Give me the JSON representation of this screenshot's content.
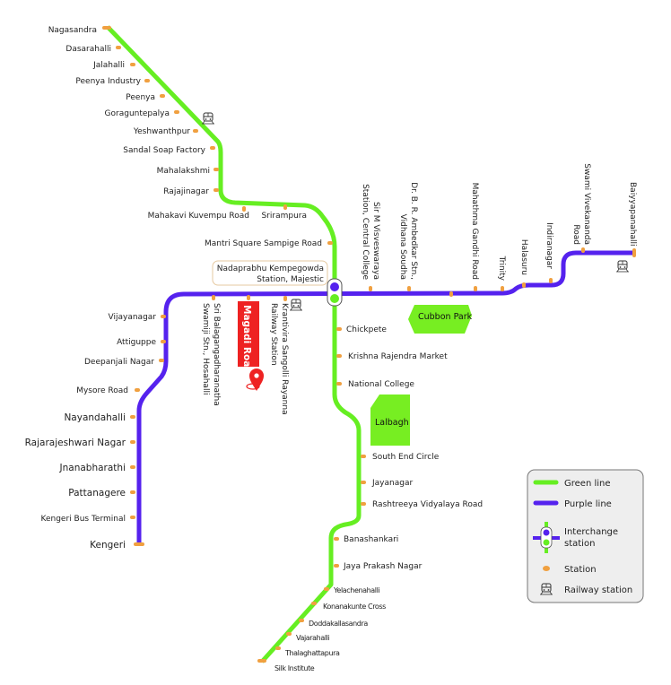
{
  "colors": {
    "green_line": "#66ee22",
    "purple_line": "#5522ee",
    "station": "#f0a040",
    "park": "#77ee22",
    "highlight": "#ee2222",
    "legend_bg": "#eeeeee"
  },
  "green_line": {
    "stations": [
      "Nagasandra",
      "Dasarahalli",
      "Jalahalli",
      "Peenya Industry",
      "Peenya",
      "Goraguntepalya",
      "Yeshwanthpur",
      "Sandal Soap Factory",
      "Mahalakshmi",
      "Rajajinagar",
      "Mahakavi Kuvempu Road",
      "Srirampura",
      "Mantri Square Sampige Road",
      "Chickpete",
      "Krishna Rajendra Market",
      "National College",
      "South End Circle",
      "Jayanagar",
      "Rashtreeya Vidyalaya Road",
      "Banashankari",
      "Jaya Prakash Nagar",
      "Yelachenahalli",
      "Konanakunte Cross",
      "Doddakallasandra",
      "Vajarahalli",
      "Thalaghattapura",
      "Silk Institute"
    ]
  },
  "purple_line": {
    "stations": [
      "Baiyyapanahalli",
      "Swami Vivekananda Road",
      "Indiranagar",
      "Halasuru",
      "Trinity",
      "Mahathma Gandhi Road",
      "Dr. B. R. Ambedkar Stn., Vidhana Soudha",
      "Sir M Visveswaraya Station, Central College",
      "Krantivira Sangolli Rayanna Railway Station",
      "Magadi Road",
      "Sri Balagangadharanatha Swamiji Stn., Hosahalli",
      "Vijayanagar",
      "Attiguppe",
      "Deepanjali Nagar",
      "Mysore Road",
      "Nayandahalli",
      "Rajarajeshwari Nagar",
      "Jnanabharathi",
      "Pattanagere",
      "Kengeri Bus Terminal",
      "Kengeri"
    ]
  },
  "interchange": {
    "name_line1": "Nadaprabhu Kempegowda",
    "name_line2": "Station, Majestic"
  },
  "rotated_labels": {
    "swami_1": "Swami Vivekananda",
    "swami_2": "Road",
    "ambedkar_1": "Dr. B. R. Ambedkar Stn.,",
    "ambedkar_2": "Vidhana Soudha",
    "visves_1": "Sir M Visveswaraya",
    "visves_2": "Station, Central College",
    "kranti_1": "Krantivira Sangolli Rayanna",
    "kranti_2": "Railway Station",
    "bala_1": "Sri Balagangadharanatha",
    "bala_2": "Swamiji Stn., Hosahalli"
  },
  "highlight": {
    "label": "Magadi Road",
    "icon": "location-pin-icon"
  },
  "parks": [
    "Cubbon Park",
    "Lalbagh"
  ],
  "legend": {
    "green_line": "Green line",
    "purple_line": "Purple line",
    "interchange_1": "Interchange",
    "interchange_2": "station",
    "station": "Station",
    "railway": "Railway station"
  }
}
